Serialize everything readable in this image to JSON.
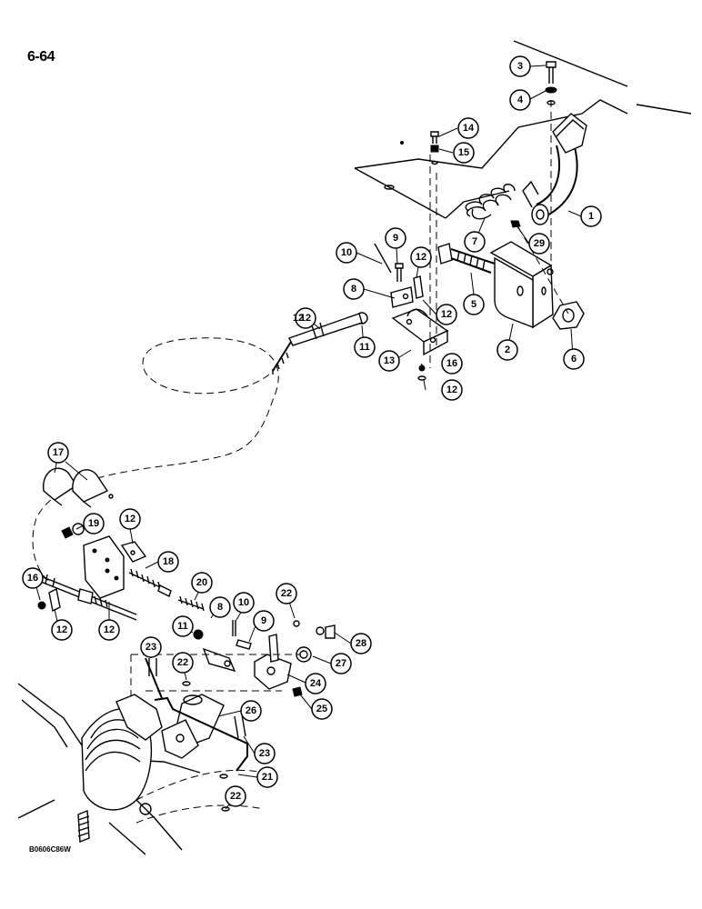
{
  "page_number": "6-64",
  "figure_code": "B0606C86W",
  "callouts": [
    "3",
    "4",
    "14",
    "15",
    "1",
    "29",
    "7",
    "9",
    "10",
    "12",
    "8",
    "12",
    "5",
    "12",
    "11",
    "13",
    "16",
    "12",
    "2",
    "6",
    "12",
    "17",
    "19",
    "12",
    "18",
    "20",
    "16",
    "12",
    "12",
    "8",
    "10",
    "22",
    "9",
    "11",
    "23",
    "22",
    "28",
    "27",
    "24",
    "26",
    "25",
    "23",
    "21",
    "22"
  ]
}
